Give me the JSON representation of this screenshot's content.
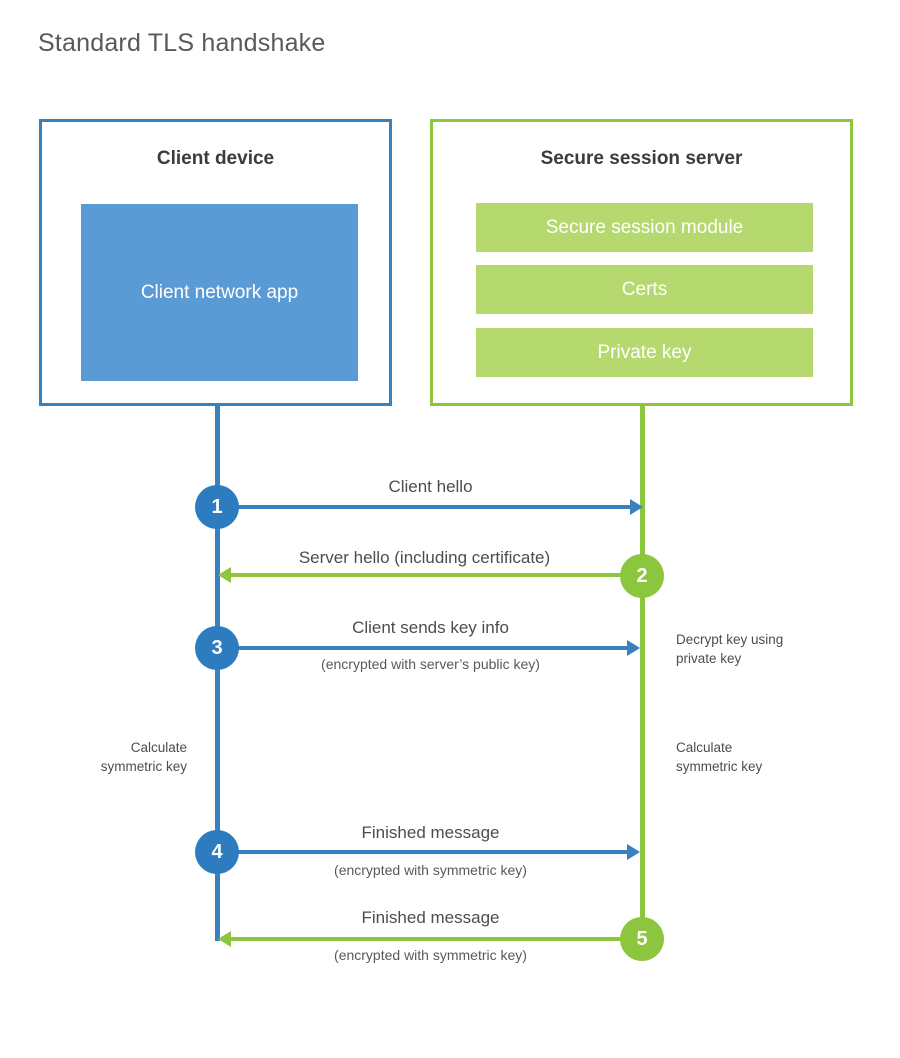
{
  "title": "Standard TLS handshake",
  "colors": {
    "client_border": "#3980bf",
    "client_fill": "#5b9bd5",
    "client_accent": "#2e7cc0",
    "server_border": "#8cc63e",
    "server_fill": "#b5d96f",
    "title_text": "#58595b",
    "body_text": "#4d4d4f",
    "background": "#ffffff"
  },
  "client": {
    "title": "Client device",
    "blocks": [
      {
        "label": "Client network app"
      }
    ]
  },
  "server": {
    "title": "Secure session server",
    "blocks": [
      {
        "label": "Secure session module"
      },
      {
        "label": "Certs"
      },
      {
        "label": "Private key"
      }
    ]
  },
  "steps": [
    {
      "number": "1",
      "direction": "client-to-server",
      "primary": "Client hello",
      "secondary": ""
    },
    {
      "number": "2",
      "direction": "server-to-client",
      "primary": "Server hello (including certificate)",
      "secondary": ""
    },
    {
      "number": "3",
      "direction": "client-to-server",
      "primary": "Client sends key info",
      "secondary": "(encrypted with server’s public key)"
    },
    {
      "number": "4",
      "direction": "client-to-server",
      "primary": "Finished message",
      "secondary": "(encrypted with symmetric key)"
    },
    {
      "number": "5",
      "direction": "server-to-client",
      "primary": "Finished message",
      "secondary": "(encrypted with symmetric key)"
    }
  ],
  "annotations": [
    {
      "id": "decrypt-key",
      "side": "server",
      "text": "Decrypt key using\nprivate key"
    },
    {
      "id": "client-calc-symmetric-key",
      "side": "client",
      "text": "Calculate\nsymmetric key"
    },
    {
      "id": "server-calc-symmetric-key",
      "side": "server",
      "text": "Calculate\nsymmetric key"
    }
  ]
}
